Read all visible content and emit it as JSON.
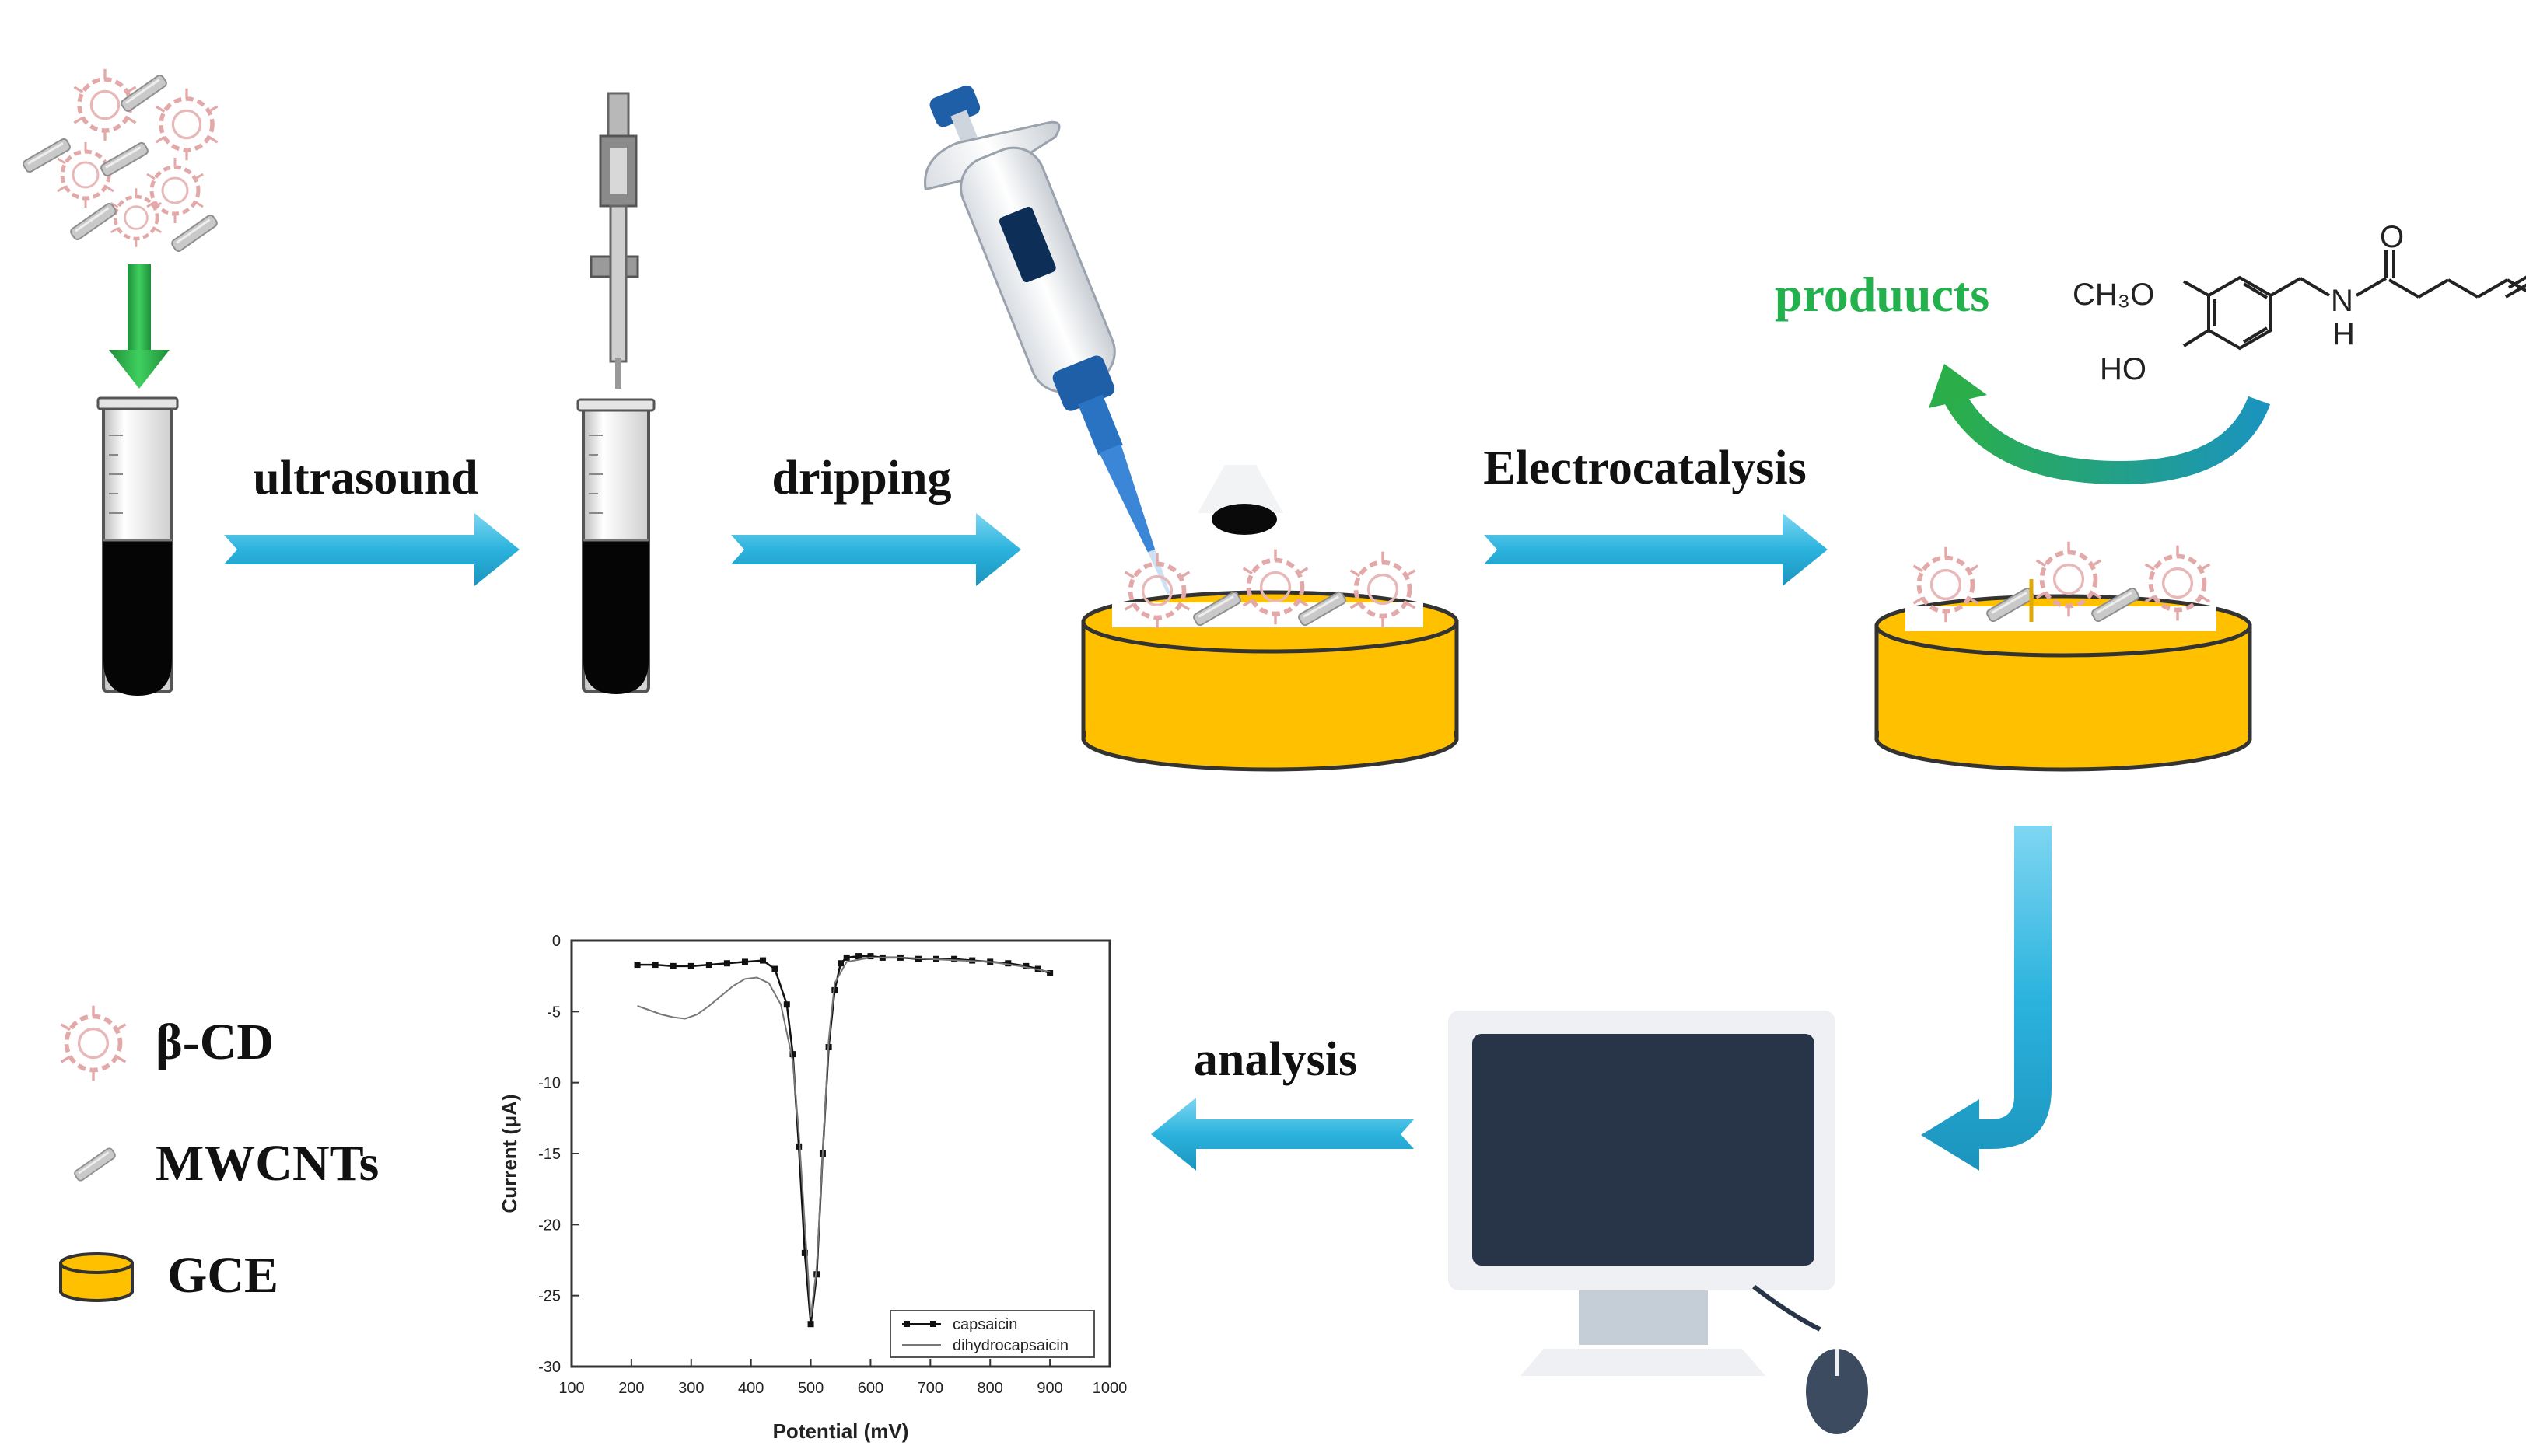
{
  "steps": {
    "ultrasound": "ultrasound",
    "dripping": "dripping",
    "electrocatalysis": "Electrocatalysis",
    "products": "produucts",
    "analysis": "analysis"
  },
  "legend": {
    "beta_cd": "β-CD",
    "mwcnts": "MWCNTs",
    "gce": "GCE"
  },
  "molecule": {
    "methoxy": "CH₃O",
    "hydroxy": "HO",
    "nh": "N",
    "h": "H",
    "carbonyl_o": "O"
  },
  "colors": {
    "arrow": "#2bb3de",
    "arrow_dark": "#1b94bd",
    "gce_fill": "#ffc000",
    "green_arrow": "#2bae4a",
    "products_text": "#22b14c",
    "monitor_frame": "#eef0f3",
    "monitor_screen": "#283548",
    "monitor_stand": "#c5cdd6"
  },
  "chart_data": {
    "type": "line",
    "xlabel": "Potential (mV)",
    "ylabel": "Current (μA)",
    "xlim": [
      100,
      1000
    ],
    "ylim": [
      -30,
      0
    ],
    "xticks": [
      "100",
      "200",
      "300",
      "400",
      "500",
      "600",
      "700",
      "800",
      "900",
      "1000"
    ],
    "yticks": [
      "0",
      "-5",
      "-10",
      "-15",
      "-20",
      "-25",
      "-30"
    ],
    "legend_position": "bottom-right",
    "series": [
      {
        "name": "capsaicin",
        "style": "dots",
        "x": [
          210,
          240,
          270,
          300,
          330,
          360,
          390,
          420,
          440,
          460,
          470,
          480,
          490,
          500,
          510,
          520,
          530,
          540,
          550,
          560,
          580,
          600,
          620,
          650,
          680,
          710,
          740,
          770,
          800,
          830,
          860,
          880,
          900
        ],
        "y": [
          -1.7,
          -1.7,
          -1.8,
          -1.8,
          -1.7,
          -1.6,
          -1.5,
          -1.4,
          -2.0,
          -4.5,
          -8.0,
          -14.5,
          -22.0,
          -27.0,
          -23.5,
          -15.0,
          -7.5,
          -3.5,
          -1.6,
          -1.2,
          -1.1,
          -1.1,
          -1.2,
          -1.2,
          -1.3,
          -1.3,
          -1.3,
          -1.4,
          -1.5,
          -1.6,
          -1.8,
          -2.0,
          -2.3
        ]
      },
      {
        "name": "dihydrocapsaicin",
        "style": "line",
        "x": [
          210,
          230,
          250,
          270,
          290,
          310,
          330,
          350,
          370,
          390,
          410,
          430,
          450,
          470,
          480,
          490,
          500,
          510,
          520,
          530,
          540,
          560,
          600,
          650,
          700,
          750,
          800,
          850,
          900
        ],
        "y": [
          -4.6,
          -4.9,
          -5.2,
          -5.4,
          -5.5,
          -5.2,
          -4.6,
          -3.9,
          -3.2,
          -2.7,
          -2.6,
          -3.0,
          -4.5,
          -8.5,
          -13.5,
          -20.0,
          -26.5,
          -23.0,
          -15.0,
          -7.0,
          -3.0,
          -1.5,
          -1.2,
          -1.2,
          -1.3,
          -1.4,
          -1.5,
          -1.8,
          -2.2
        ]
      }
    ]
  }
}
